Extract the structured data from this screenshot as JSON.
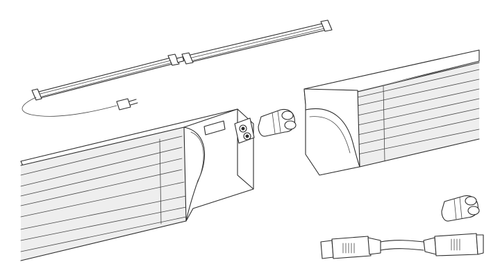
{
  "illustration": {
    "colors": {
      "background": "#ffffff",
      "line": "#2b2b2b",
      "diffuser_shade": "#eeeeee"
    },
    "parts": [
      "led-tube-pair-overview",
      "power-cord-with-plug",
      "left-light-bar-end",
      "right-light-bar-end",
      "linking-connector",
      "spare-connector",
      "extension-cable"
    ]
  }
}
